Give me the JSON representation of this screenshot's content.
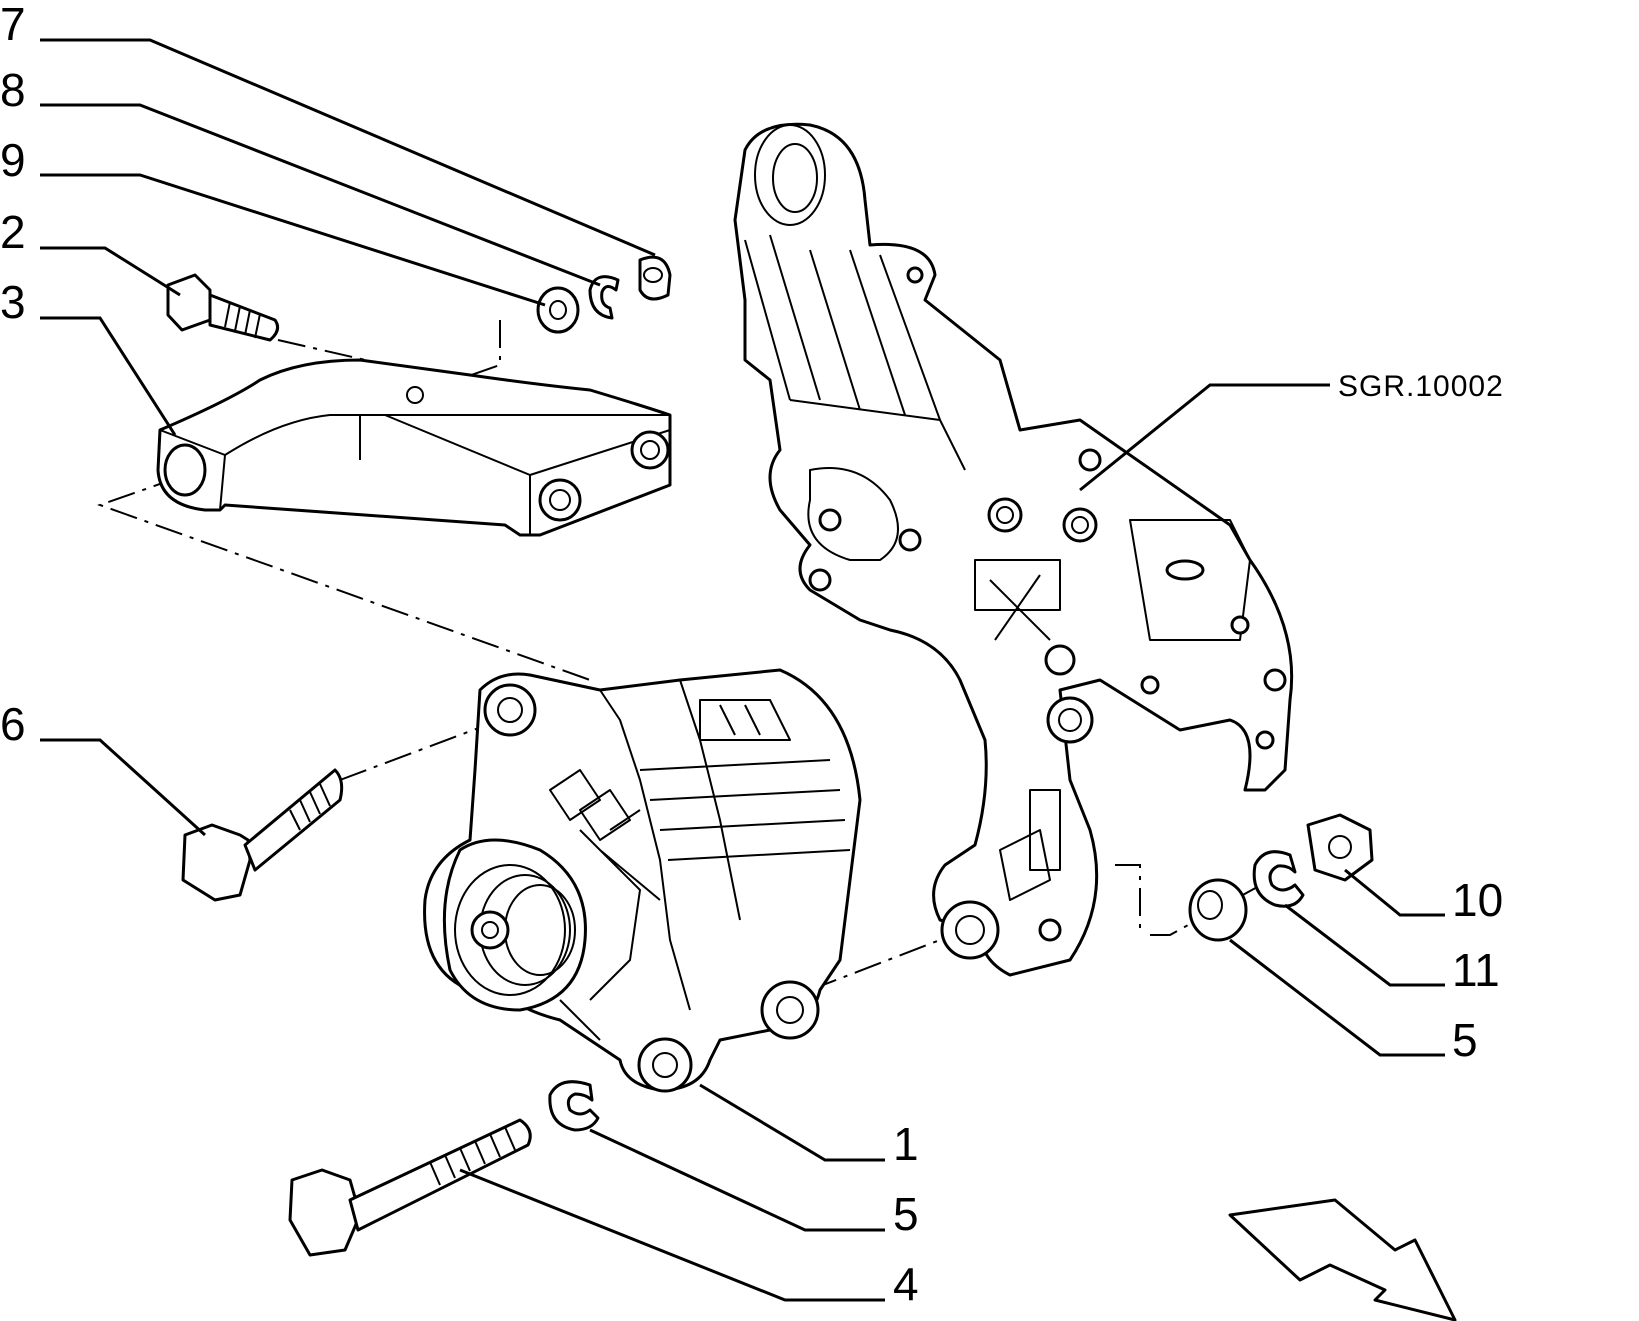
{
  "diagram": {
    "reference_code": "SGR.10002",
    "callouts": [
      {
        "id": "7",
        "label": "7",
        "part": "spacer-bushing"
      },
      {
        "id": "8",
        "label": "8",
        "part": "spring-washer"
      },
      {
        "id": "9",
        "label": "9",
        "part": "flat-washer"
      },
      {
        "id": "2",
        "label": "2",
        "part": "flange-bolt"
      },
      {
        "id": "3",
        "label": "3",
        "part": "tension-bracket"
      },
      {
        "id": "6",
        "label": "6",
        "part": "upper-bolt"
      },
      {
        "id": "10",
        "label": "10",
        "part": "hex-nut"
      },
      {
        "id": "11",
        "label": "11",
        "part": "spring-washer"
      },
      {
        "id": "5a",
        "label": "5",
        "part": "flat-washer"
      },
      {
        "id": "1",
        "label": "1",
        "part": "alternator"
      },
      {
        "id": "5b",
        "label": "5",
        "part": "spring-washer"
      },
      {
        "id": "4",
        "label": "4",
        "part": "long-bolt"
      }
    ]
  }
}
